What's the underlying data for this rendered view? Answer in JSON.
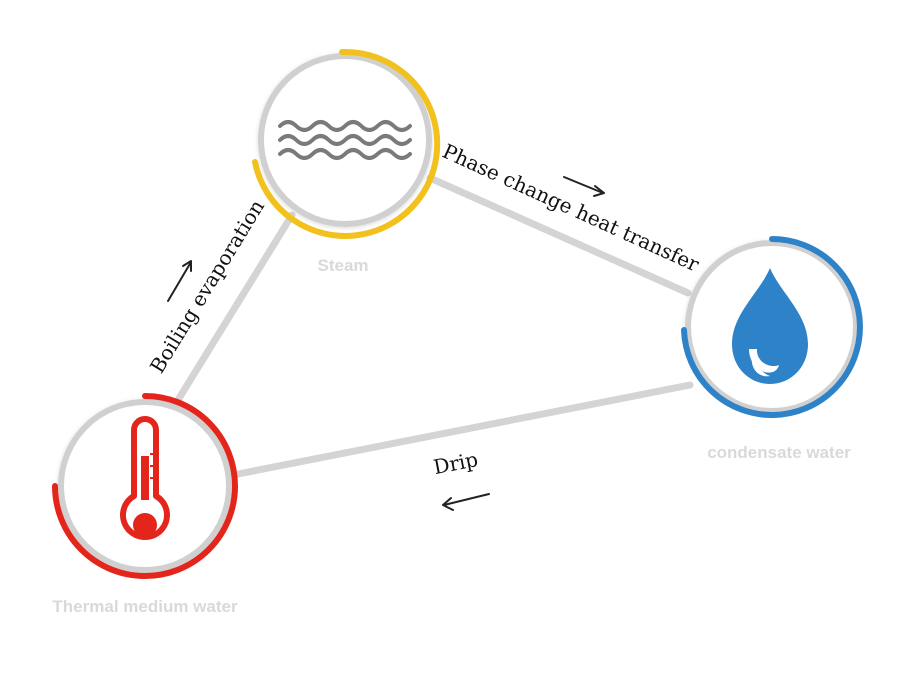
{
  "nodes": {
    "steam": {
      "label": "Steam",
      "icon": "steam-waves-icon",
      "accent": "#f2c11d"
    },
    "condensate": {
      "label": "condensate water",
      "icon": "water-drop-icon",
      "accent": "#2e82c8"
    },
    "thermal": {
      "label": "Thermal medium water",
      "icon": "thermometer-icon",
      "accent": "#e3251b"
    }
  },
  "edges": {
    "steam_to_condensate": {
      "label": "Phase change heat transfer"
    },
    "thermal_to_steam": {
      "label": "Boiling evaporation"
    },
    "condensate_to_thermal": {
      "label": "Drip"
    }
  },
  "colors": {
    "connector": "#d4d4d4",
    "ring": "#d0d0d0",
    "label": "#d9d9d9",
    "icon_gray": "#7a7a7a",
    "arrow": "#222222"
  }
}
